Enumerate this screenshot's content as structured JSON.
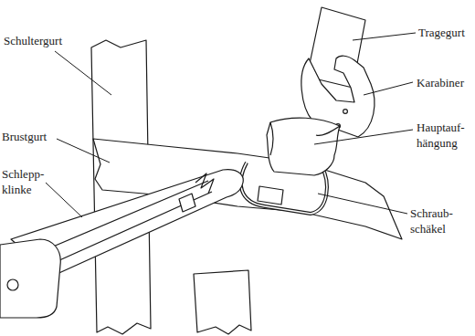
{
  "diagram": {
    "labels": [
      "Tragegurt",
      "Schultergurt",
      "Karabiner",
      "Hauptauf- hängung",
      "Brustgurt",
      "Schlepp- klinke",
      "Schraub- schäkel"
    ]
  }
}
